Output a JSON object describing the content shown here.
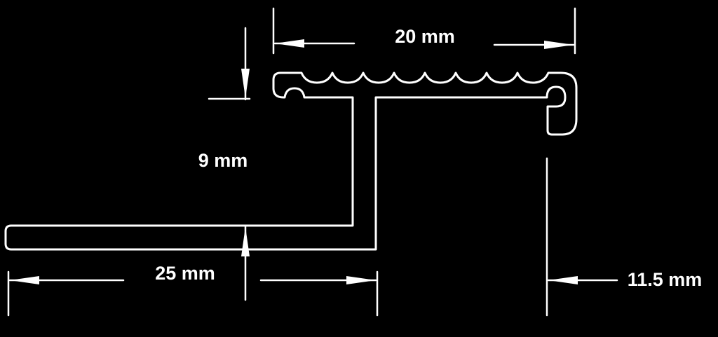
{
  "dimensions": {
    "top_width": "20 mm",
    "height": "9 mm",
    "bottom_length": "25 mm",
    "right_offset": "11.5 mm"
  },
  "colors": {
    "background": "#000000",
    "line": "#ffffff"
  }
}
